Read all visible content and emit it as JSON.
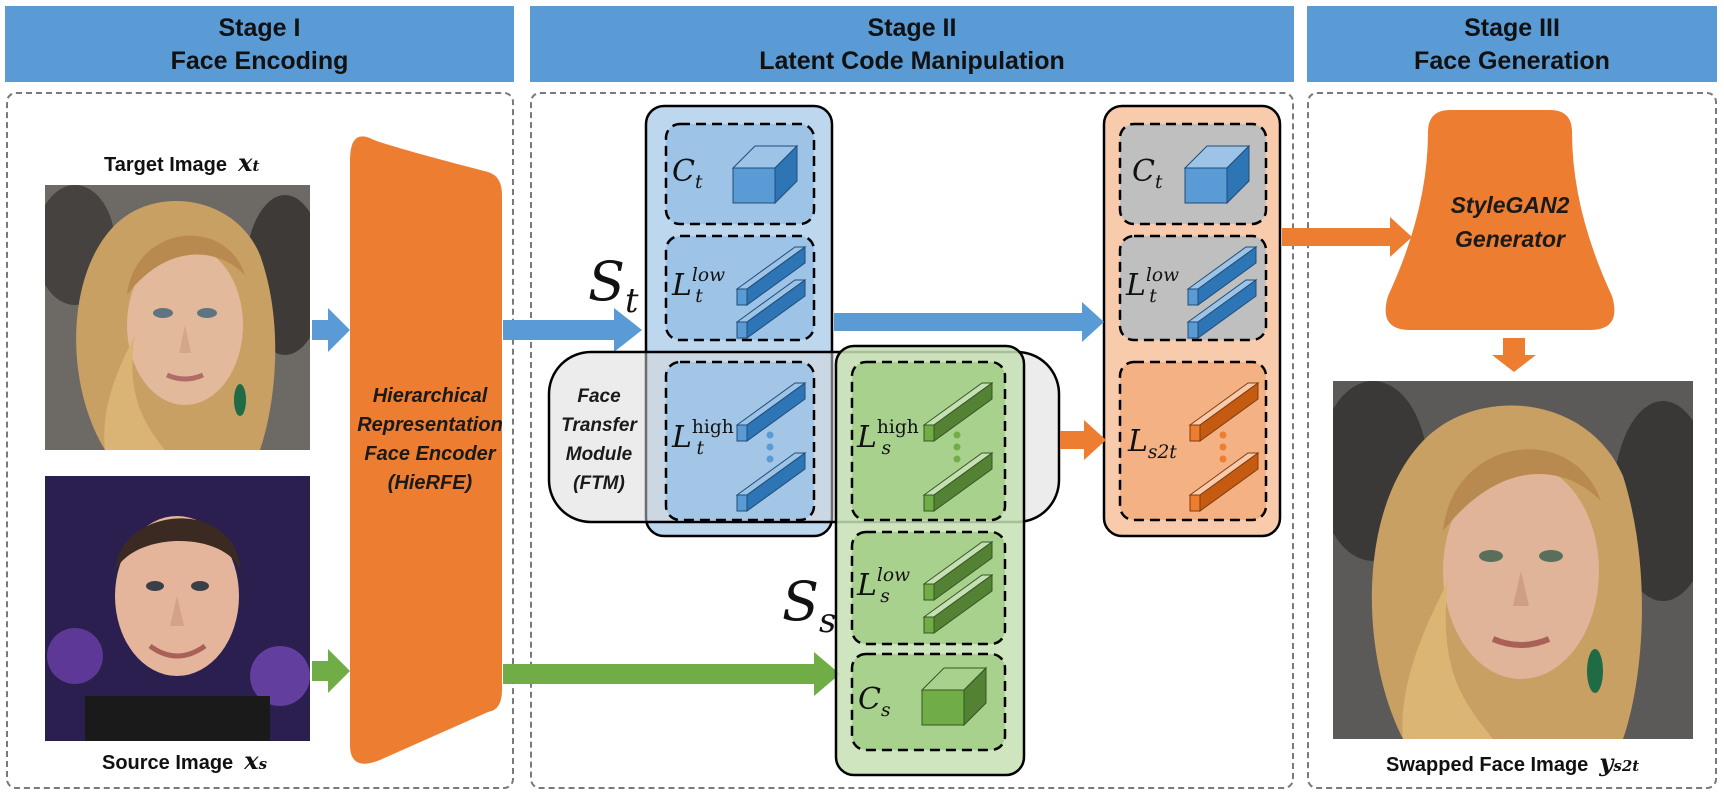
{
  "stages": [
    {
      "title": "Stage I",
      "subtitle": "Face Encoding"
    },
    {
      "title": "Stage II",
      "subtitle": "Latent Code Manipulation"
    },
    {
      "title": "Stage III",
      "subtitle": "Face Generation"
    }
  ],
  "captions": {
    "target_label": "Target Image",
    "target_symbol": "x",
    "target_sub": "t",
    "source_label": "Source Image",
    "source_symbol": "x",
    "source_sub": "s",
    "swapped_label": "Swapped Face Image",
    "swapped_symbol": "y",
    "swapped_sub": "s2t"
  },
  "encoder": {
    "line1": "Hierarchical",
    "line2": "Representation",
    "line3": "Face Encoder",
    "line4": "(HieRFE)"
  },
  "ftm": {
    "line1": "Face",
    "line2": "Transfer",
    "line3": "Module",
    "line4": "(FTM)"
  },
  "generator": {
    "line1": "StyleGAN2",
    "line2": "Generator"
  },
  "latent_labels": {
    "s_letter": "S",
    "s_t_sub": "t",
    "s_s_sub": "s",
    "c_letter": "C",
    "l_letter": "L",
    "t_sub": "t",
    "s_sub": "s",
    "s2t_sub": "s2t",
    "low_sup": "low",
    "high_sup": "high"
  },
  "colors": {
    "header": "#5b9bd5",
    "orange": "#ed7d31",
    "blue_arrow": "#5b9bd5",
    "green_arrow": "#70ad47",
    "blue_fill": "#bdd7ee",
    "green_fill": "#c5e0b4",
    "peach_fill": "#f8cbad",
    "gray_fill": "#bfbfbf"
  }
}
